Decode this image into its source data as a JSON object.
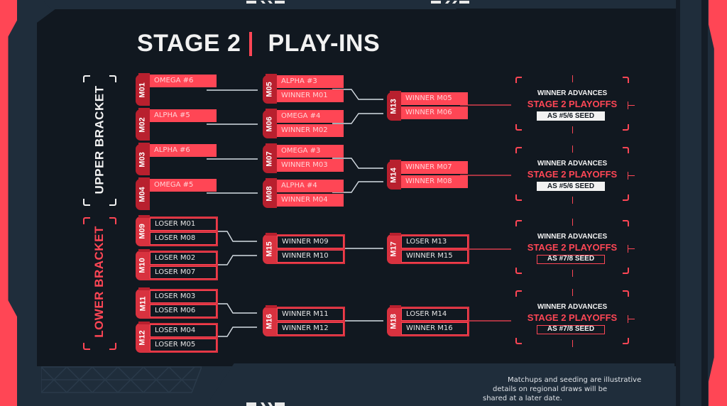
{
  "title": {
    "left": "STAGE 2",
    "right": "PLAY-INS"
  },
  "colors": {
    "accent": "#ff4655",
    "accent_dark": "#b8202e",
    "panel": "#111820",
    "frame": "#1f2d3b",
    "text": "#f2f2f2"
  },
  "brackets": {
    "upper_label": "UPPER BRACKET",
    "lower_label": "LOWER BRACKET"
  },
  "matches": {
    "M01": {
      "id": "M01",
      "slots": [
        "OMEGA #6"
      ]
    },
    "M02": {
      "id": "M02",
      "slots": [
        "ALPHA #5"
      ]
    },
    "M03": {
      "id": "M03",
      "slots": [
        "ALPHA #6"
      ]
    },
    "M04": {
      "id": "M04",
      "slots": [
        "OMEGA #5"
      ]
    },
    "M05": {
      "id": "M05",
      "slots": [
        "ALPHA #3",
        "WINNER M01"
      ]
    },
    "M06": {
      "id": "M06",
      "slots": [
        "OMEGA #4",
        "WINNER M02"
      ]
    },
    "M07": {
      "id": "M07",
      "slots": [
        "OMEGA #3",
        "WINNER M03"
      ]
    },
    "M08": {
      "id": "M08",
      "slots": [
        "ALPHA #4",
        "WINNER M04"
      ]
    },
    "M09": {
      "id": "M09",
      "slots": [
        "LOSER M01",
        "LOSER M08"
      ]
    },
    "M10": {
      "id": "M10",
      "slots": [
        "LOSER M02",
        "LOSER M07"
      ]
    },
    "M11": {
      "id": "M11",
      "slots": [
        "LOSER M03",
        "LOSER M06"
      ]
    },
    "M12": {
      "id": "M12",
      "slots": [
        "LOSER M04",
        "LOSER M05"
      ]
    },
    "M13": {
      "id": "M13",
      "slots": [
        "WINNER M05",
        "WINNER M06"
      ]
    },
    "M14": {
      "id": "M14",
      "slots": [
        "WINNER M07",
        "WINNER M08"
      ]
    },
    "M15": {
      "id": "M15",
      "slots": [
        "WINNER M09",
        "WINNER M10"
      ]
    },
    "M16": {
      "id": "M16",
      "slots": [
        "WINNER M11",
        "WINNER M12"
      ]
    },
    "M17": {
      "id": "M17",
      "slots": [
        "LOSER M13",
        "WINNER M15"
      ]
    },
    "M18": {
      "id": "M18",
      "slots": [
        "LOSER M14",
        "WINNER M16"
      ]
    }
  },
  "advances": [
    {
      "line1": "WINNER ADVANCES",
      "line2": "STAGE 2 PLAYOFFS",
      "seed": "AS #5/6 SEED"
    },
    {
      "line1": "WINNER ADVANCES",
      "line2": "STAGE 2 PLAYOFFS",
      "seed": "AS #5/6 SEED"
    },
    {
      "line1": "WINNER ADVANCES",
      "line2": "STAGE 2 PLAYOFFS",
      "seed": "AS #7/8 SEED"
    },
    {
      "line1": "WINNER ADVANCES",
      "line2": "STAGE 2 PLAYOFFS",
      "seed": "AS #7/8 SEED"
    }
  ],
  "footnote": {
    "line1": "Matchups and seeding are illustrative",
    "line2": "details on regional draws will be",
    "line3": "shared at a later date."
  }
}
